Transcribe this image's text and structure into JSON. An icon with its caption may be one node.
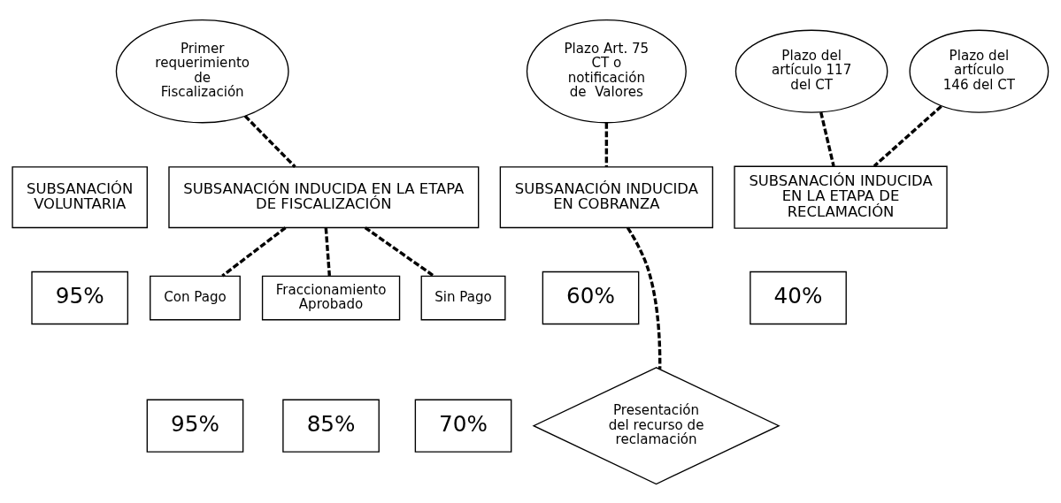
{
  "diagram": {
    "nodes": [
      {
        "text": [
          "Primer requerimiento de Fiscalización"
        ]
      },
      {
        "text": [
          "Plazo Art. 75 CT o notificación de  Valores"
        ]
      },
      {
        "text": [
          "Plazo del artículo 117 del CT"
        ]
      },
      {
        "text": [
          "Plazo del artículo 146 del CT"
        ]
      },
      {
        "text": [
          "SUBSANACIÓN VOLUNTARIA"
        ]
      },
      {
        "text": [
          "SUBSANACIÓN INDUCIDA EN LA ETAPA DE FISCALIZACIÓN"
        ]
      },
      {
        "text": [
          "SUBSANACIÓN INDUCIDA EN COBRANZA"
        ]
      },
      {
        "text": [
          "SUBSANACIÓN INDUCIDA EN LA ETAPA DE RECLAMACIÓN"
        ]
      },
      {
        "text": [
          "95%"
        ]
      },
      {
        "text": [
          "Con Pago"
        ]
      },
      {
        "text": [
          "Fraccionamiento Aprobado"
        ]
      },
      {
        "text": [
          "Sin Pago"
        ]
      },
      {
        "text": [
          "60%"
        ]
      },
      {
        "text": [
          "40%"
        ]
      },
      {
        "text": [
          "95%"
        ]
      },
      {
        "text": [
          "85%"
        ]
      },
      {
        "text": [
          "70%"
        ]
      },
      {
        "text": [
          "Presentación del recurso de reclamación"
        ]
      }
    ],
    "edges": [
      {
        "from": 0,
        "to": 5,
        "arrow": "none",
        "style": "dashed"
      },
      {
        "from": 1,
        "to": 6,
        "arrow": "none",
        "style": "dashed"
      },
      {
        "from": 2,
        "to": 7,
        "arrow": "none",
        "style": "dashed"
      },
      {
        "from": 3,
        "to": 7,
        "arrow": "none",
        "style": "dashed"
      },
      {
        "from": 5,
        "to": 9,
        "arrow": "none",
        "style": "dashed"
      },
      {
        "from": 5,
        "to": 10,
        "arrow": "none",
        "style": "dashed"
      },
      {
        "from": 5,
        "to": 11,
        "arrow": "none",
        "style": "dashed"
      },
      {
        "from": 6,
        "to": 17,
        "arrow": "none",
        "style": "dashed"
      }
    ]
  }
}
